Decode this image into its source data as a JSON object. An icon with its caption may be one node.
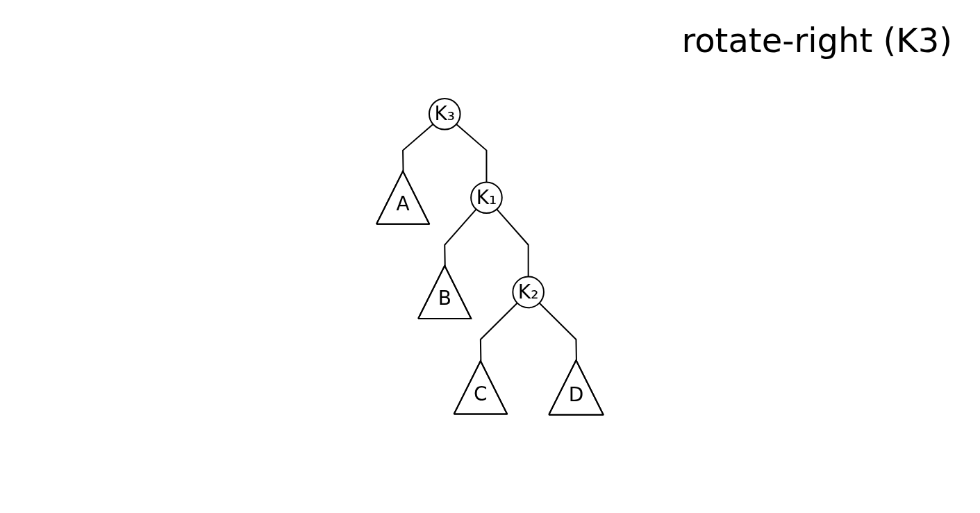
{
  "diagram": {
    "title": "rotate-right (K3)",
    "nodes": [
      {
        "text": [
          "K₃"
        ]
      },
      {
        "text": [
          "A"
        ]
      },
      {
        "text": [
          "K₁"
        ]
      },
      {
        "text": [
          "B"
        ]
      },
      {
        "text": [
          "K₂"
        ]
      },
      {
        "text": [
          "C"
        ]
      },
      {
        "text": [
          "D"
        ]
      }
    ],
    "edges": [
      {
        "from": 0,
        "to": 1,
        "arrow": "none"
      },
      {
        "from": 0,
        "to": 2,
        "arrow": "none"
      },
      {
        "from": 2,
        "to": 3,
        "arrow": "none"
      },
      {
        "from": 2,
        "to": 4,
        "arrow": "none"
      },
      {
        "from": 4,
        "to": 5,
        "arrow": "none"
      },
      {
        "from": 4,
        "to": 6,
        "arrow": "none"
      }
    ]
  }
}
